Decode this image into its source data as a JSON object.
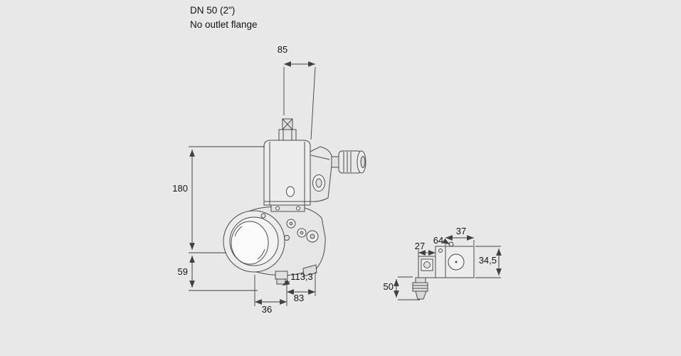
{
  "header": {
    "model": "DN 50 (2\")",
    "variant": "No outlet flange"
  },
  "main_view": {
    "dim_width_top": "85",
    "dim_height_body": "180",
    "dim_height_flange": "59",
    "dim_depth": "113,3",
    "dim_width_bottom": "83",
    "dim_offset_bottom": "36"
  },
  "detail_view": {
    "dim_width_left": "27",
    "dim_width_mid": "64",
    "dim_width_right": "37",
    "dim_height_block": "34,5",
    "dim_height_gland": "50"
  },
  "colors": {
    "background": "#e8e8e8",
    "line": "#4a4a4a",
    "text": "#141414",
    "fill_light": "#f2f2f2",
    "fill_mid": "#e6e6e6",
    "fill_dark": "#d8d8d8"
  }
}
